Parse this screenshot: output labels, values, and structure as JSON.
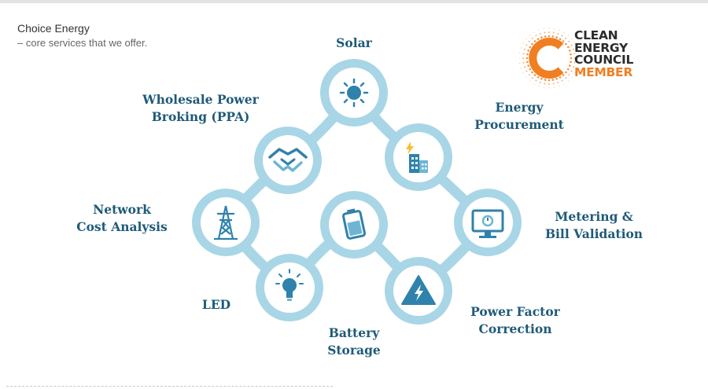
{
  "header": {
    "company": "Choice Energy",
    "tagline": "– core services that we offer."
  },
  "logo": {
    "lines": [
      "CLEAN",
      "ENERGY",
      "COUNCIL"
    ],
    "member": "MEMBER",
    "colors": {
      "ring": "#f07f22",
      "text": "#2c2c2c",
      "member": "#f07f22"
    }
  },
  "services": {
    "solar": {
      "label": "Solar",
      "icon": "sun-icon"
    },
    "wholesale": {
      "line1": "Wholesale Power",
      "line2": "Broking (PPA)",
      "icon": "handshake-icon"
    },
    "procurement": {
      "line1": "Energy",
      "line2": "Procurement",
      "icon": "building-icon"
    },
    "network": {
      "line1": "Network",
      "line2": "Cost Analysis",
      "icon": "pylon-icon"
    },
    "battery": {
      "line1": "Battery",
      "line2": "Storage",
      "icon": "battery-icon"
    },
    "metering": {
      "line1": "Metering &",
      "line2": "Bill Validation",
      "icon": "monitor-icon"
    },
    "led": {
      "label": "LED",
      "icon": "lightbulb-icon"
    },
    "power_factor": {
      "line1": "Power Factor",
      "line2": "Correction",
      "icon": "warning-bolt-icon"
    }
  },
  "colors": {
    "node_outer": "#a8d6e6",
    "node_inner": "#ffffff",
    "icon_primary": "#2f82ab",
    "icon_light": "#6fb5d3",
    "label": "#1f5a78"
  }
}
